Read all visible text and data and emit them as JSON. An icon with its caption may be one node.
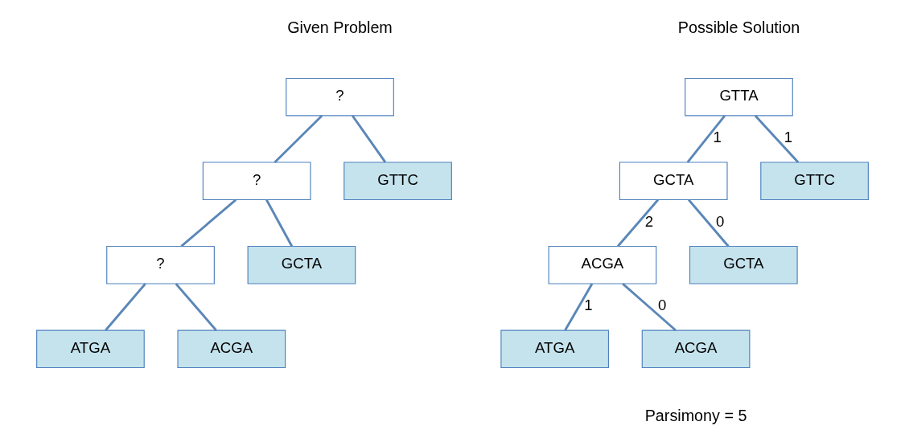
{
  "diagram": {
    "nodes": [
      {
        "text": [
          "?"
        ]
      },
      {
        "text": [
          "?"
        ]
      },
      {
        "text": [
          "GTTC"
        ]
      },
      {
        "text": [
          "?"
        ]
      },
      {
        "text": [
          "GCTA"
        ]
      },
      {
        "text": [
          "ATGA"
        ]
      },
      {
        "text": [
          "ACGA"
        ]
      },
      {
        "text": [
          "GTTA"
        ]
      },
      {
        "text": [
          "GCTA"
        ]
      },
      {
        "text": [
          "GTTC"
        ]
      },
      {
        "text": [
          "ACGA"
        ]
      },
      {
        "text": [
          "GCTA"
        ]
      },
      {
        "text": [
          "ATGA"
        ]
      },
      {
        "text": [
          "ACGA"
        ]
      }
    ],
    "edges": [
      {
        "from": 0,
        "to": 1,
        "arrow": "none"
      },
      {
        "from": 0,
        "to": 2,
        "arrow": "none"
      },
      {
        "from": 1,
        "to": 3,
        "arrow": "none"
      },
      {
        "from": 1,
        "to": 4,
        "arrow": "none"
      },
      {
        "from": 3,
        "to": 5,
        "arrow": "none"
      },
      {
        "from": 3,
        "to": 6,
        "arrow": "none"
      },
      {
        "from": 7,
        "to": 8,
        "arrow": "none",
        "label": "1"
      },
      {
        "from": 7,
        "to": 9,
        "arrow": "none",
        "label": "1"
      },
      {
        "from": 8,
        "to": 10,
        "arrow": "none",
        "label": "2"
      },
      {
        "from": 8,
        "to": 11,
        "arrow": "none",
        "label": "0"
      },
      {
        "from": 10,
        "to": 12,
        "arrow": "none",
        "label": "1"
      },
      {
        "from": 10,
        "to": 13,
        "arrow": "none",
        "label": "0"
      }
    ],
    "labels": [
      "Given Problem",
      "Possible Solution",
      "Parsimony = 5"
    ]
  }
}
